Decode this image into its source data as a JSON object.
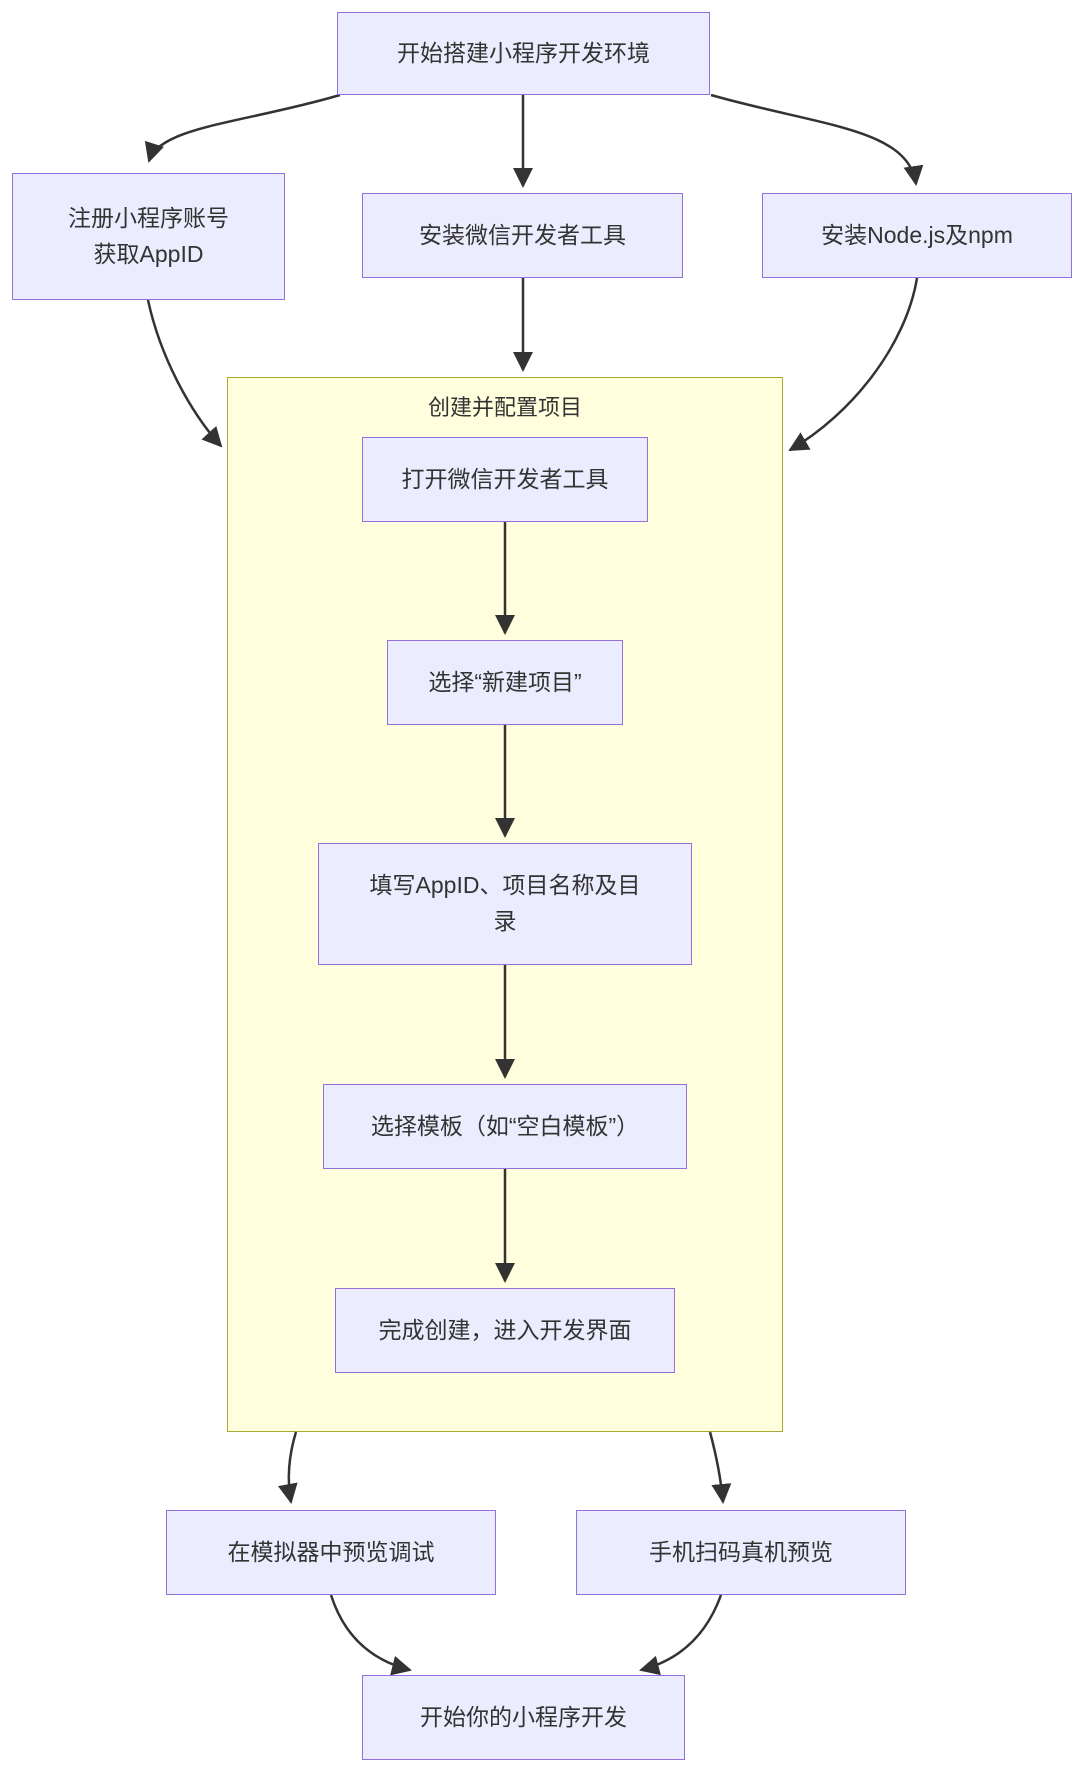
{
  "diagram": {
    "type": "flowchart",
    "colors": {
      "node_fill": "#ECECFF",
      "node_border": "#9370DB",
      "cluster_fill": "#FFFFDE",
      "cluster_border": "#AAAA33",
      "edge_color": "#333333",
      "text_color": "#333333",
      "background": "#FFFFFF"
    },
    "cluster": {
      "title": "创建并配置项目"
    },
    "nodes": {
      "start": {
        "label": "开始搭建小程序开发环境"
      },
      "register": {
        "line1": "注册小程序账号",
        "line2": "获取AppID"
      },
      "install_devtools": {
        "label": "安装微信开发者工具"
      },
      "install_node": {
        "label": "安装Node.js及npm"
      },
      "open_devtools": {
        "label": "打开微信开发者工具"
      },
      "new_project": {
        "label": "选择“新建项目”"
      },
      "fill_appid": {
        "line1": "填写AppID、项目名称及目",
        "line2": "录"
      },
      "choose_template": {
        "label": "选择模板（如“空白模板”）"
      },
      "finish_create": {
        "label": "完成创建，进入开发界面"
      },
      "simulator_preview": {
        "label": "在模拟器中预览调试"
      },
      "phone_preview": {
        "label": "手机扫码真机预览"
      },
      "start_dev": {
        "label": "开始你的小程序开发"
      }
    }
  }
}
